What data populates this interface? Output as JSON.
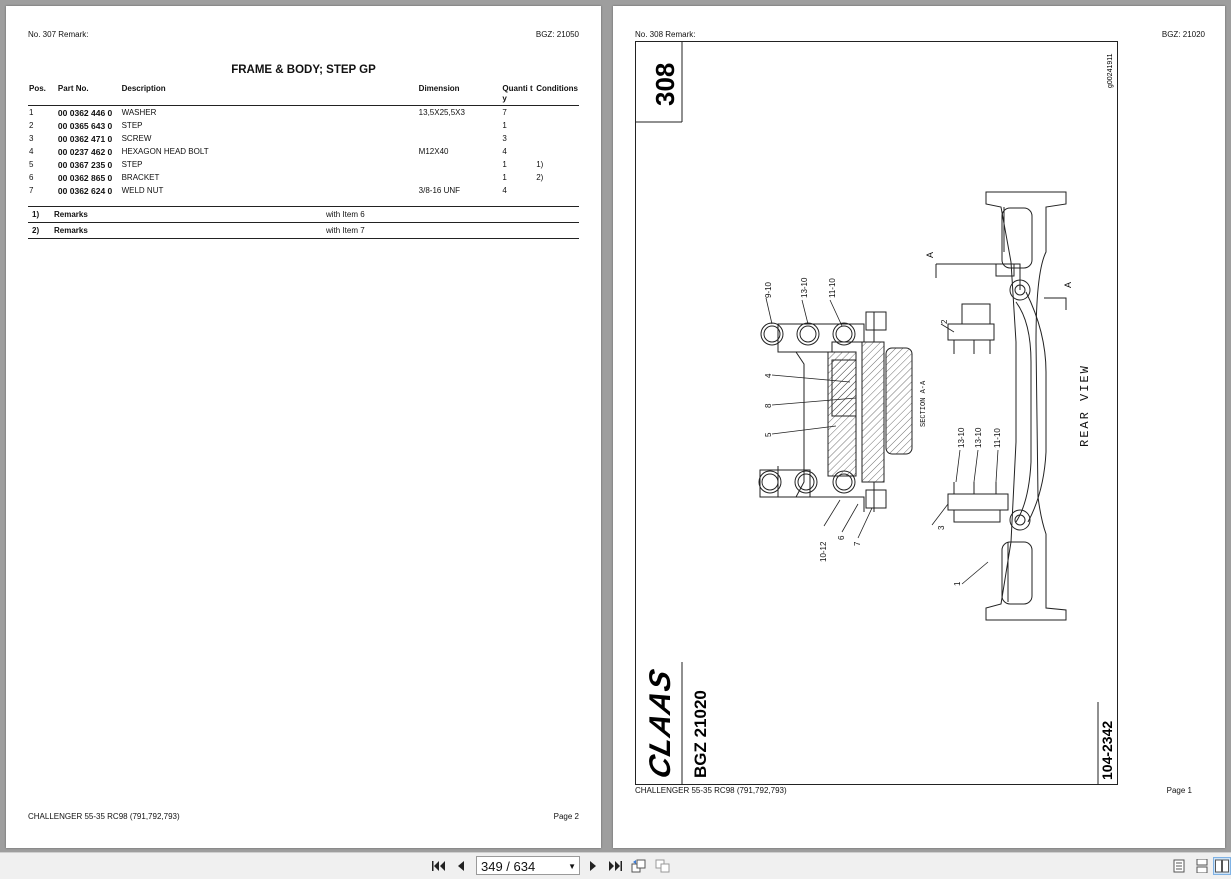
{
  "left_page": {
    "header_left": "No. 307   Remark:",
    "header_right": "BGZ: 21050",
    "title": "FRAME & BODY; STEP GP",
    "columns": [
      "Pos.",
      "Part No.",
      "Description",
      "Dimension",
      "Quanti ty",
      "Conditions"
    ],
    "rows": [
      {
        "pos": "1",
        "part": "00 0362 446 0",
        "desc": "WASHER",
        "dim": "13,5X25,5X3",
        "qty": "7",
        "cond": ""
      },
      {
        "pos": "2",
        "part": "00 0365 643 0",
        "desc": "STEP",
        "dim": "",
        "qty": "1",
        "cond": ""
      },
      {
        "pos": "3",
        "part": "00 0362 471 0",
        "desc": "SCREW",
        "dim": "",
        "qty": "3",
        "cond": ""
      },
      {
        "pos": "4",
        "part": "00 0237 462 0",
        "desc": "HEXAGON HEAD BOLT",
        "dim": "M12X40",
        "qty": "4",
        "cond": ""
      },
      {
        "pos": "5",
        "part": "00 0367 235 0",
        "desc": "STEP",
        "dim": "",
        "qty": "1",
        "cond": "1)"
      },
      {
        "pos": "6",
        "part": "00 0362 865 0",
        "desc": "BRACKET",
        "dim": "",
        "qty": "1",
        "cond": "2)"
      },
      {
        "pos": "7",
        "part": "00 0362 624 0",
        "desc": "WELD NUT",
        "dim": "3/8-16 UNF",
        "qty": "4",
        "cond": ""
      }
    ],
    "remarks": [
      {
        "num": "1)",
        "label": "Remarks",
        "text": "with Item 6"
      },
      {
        "num": "2)",
        "label": "Remarks",
        "text": "with Item 7"
      }
    ],
    "footer_left": "CHALLENGER 55-35 RC98 (791,792,793)",
    "footer_right": "Page 2"
  },
  "right_page": {
    "header_left": "No. 308   Remark:",
    "header_right": "BGZ: 21020",
    "drawing": {
      "sheet_number": "308",
      "image_code": "g00241911",
      "brand": "CLAAS",
      "bgz": "BGZ 21020",
      "drawing_number": "104-2342",
      "rear_view": "REAR VIEW",
      "section": "SECTION A-A",
      "section_marker": "A",
      "callouts": [
        "9-10",
        "13-10",
        "11-10",
        "4",
        "8",
        "5",
        "10-12",
        "6",
        "7",
        "2",
        "13-10",
        "13-10",
        "11-10",
        "3",
        "1"
      ]
    },
    "footer_left": "CHALLENGER 55-35 RC98 (791,792,793)",
    "footer_right": "Page 1"
  },
  "toolbar": {
    "page_indicator": "349 / 634"
  }
}
